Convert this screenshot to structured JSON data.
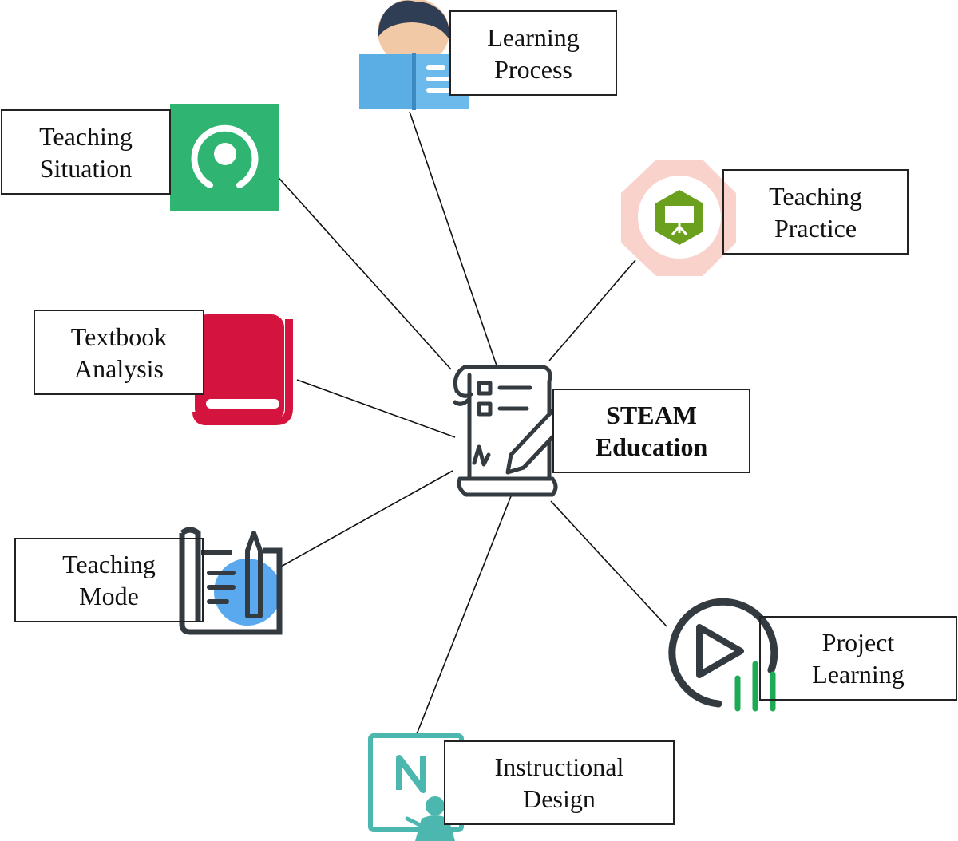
{
  "diagram": {
    "center": {
      "line1": "STEAM",
      "line2": "Education"
    },
    "nodes": [
      {
        "id": "learning-process",
        "line1": "Learning",
        "line2": "Process",
        "icon": "student-reading-book-icon"
      },
      {
        "id": "teaching-situation",
        "line1": "Teaching",
        "line2": "Situation",
        "icon": "circle-target-icon"
      },
      {
        "id": "teaching-practice",
        "line1": "Teaching",
        "line2": "Practice",
        "icon": "presentation-board-icon"
      },
      {
        "id": "textbook-analysis",
        "line1": "Textbook",
        "line2": "Analysis",
        "icon": "red-book-icon"
      },
      {
        "id": "teaching-mode",
        "line1": "Teaching",
        "line2": "Mode",
        "icon": "notes-pen-icon"
      },
      {
        "id": "project-learning",
        "line1": "Project",
        "line2": "Learning",
        "icon": "play-progress-icon"
      },
      {
        "id": "instructional-design",
        "line1": "Instructional",
        "line2": "Design",
        "icon": "teacher-board-icon"
      }
    ],
    "colors": {
      "line": "#111111",
      "book_blue": "#5aaee4",
      "hair_navy": "#2f3e54",
      "green_tile": "#2fb471",
      "octagon_pink": "#f9d2cc",
      "hex_green": "#6aa01d",
      "book_red": "#d4143e",
      "mode_blue": "#5aa9ee",
      "play_green": "#1daa55",
      "teal": "#4bb7ae",
      "icon_dark": "#333a40"
    }
  }
}
